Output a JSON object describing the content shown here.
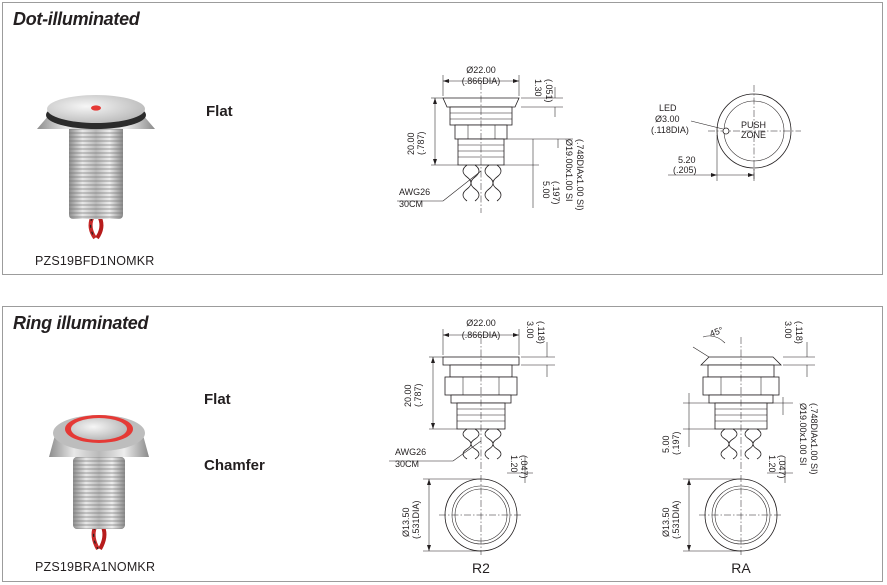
{
  "sections": [
    {
      "title": "Dot-illuminated",
      "types": [
        "Flat"
      ],
      "part_number": "PZS19BFD1NOMKR",
      "drawing": {
        "diameter": "Ø22.00",
        "diameter_in": "(.866DIA)",
        "top_height": "1.30",
        "top_height_in": "(.051)",
        "body_height": "20.00",
        "body_height_in": "(.787)",
        "thread": "Ø19.00x1.00 SI",
        "thread_in": "(.748DIAx1.00 SI)",
        "lead_length": "5.00",
        "lead_length_in": "(.197)",
        "wire_1": "AWG26",
        "wire_2": "30CM",
        "led_label": "LED",
        "led_dia": "Ø3.00",
        "led_dia_in": "(.118DIA)",
        "push_1": "PUSH",
        "push_2": "ZONE",
        "offset": "5.20",
        "offset_in": "(.205)"
      }
    },
    {
      "title": "Ring illuminated",
      "types": [
        "Flat",
        "Chamfer"
      ],
      "part_number": "PZS19BRA1NOMKR",
      "drawing": {
        "diameter": "Ø22.00",
        "diameter_in": "(.866DIA)",
        "top_height": "3.00",
        "top_height_in": "(.118)",
        "body_height": "20.00",
        "body_height_in": "(.787)",
        "wire_1": "AWG26",
        "wire_2": "30CM",
        "bottom_height": "1.20",
        "bottom_height_in": "(.047)",
        "ring_dia": "Ø13.50",
        "ring_dia_in": "(.531DIA)",
        "variant_1": "R2",
        "variant_2": "RA",
        "chamfer_angle": "45°",
        "chamfer_top": "3.00",
        "chamfer_top_in": "(.118)",
        "lead_length": "5.00",
        "lead_length_in": "(.197)",
        "thread": "Ø19.00x1.00 SI",
        "thread_in": "(.748DIAx1.00 SI)",
        "bottom_height_2": "1.20",
        "bottom_height_2_in": "(.047)",
        "ring_dia_2": "Ø13.50",
        "ring_dia_2_in": "(.531DIA)"
      }
    }
  ]
}
